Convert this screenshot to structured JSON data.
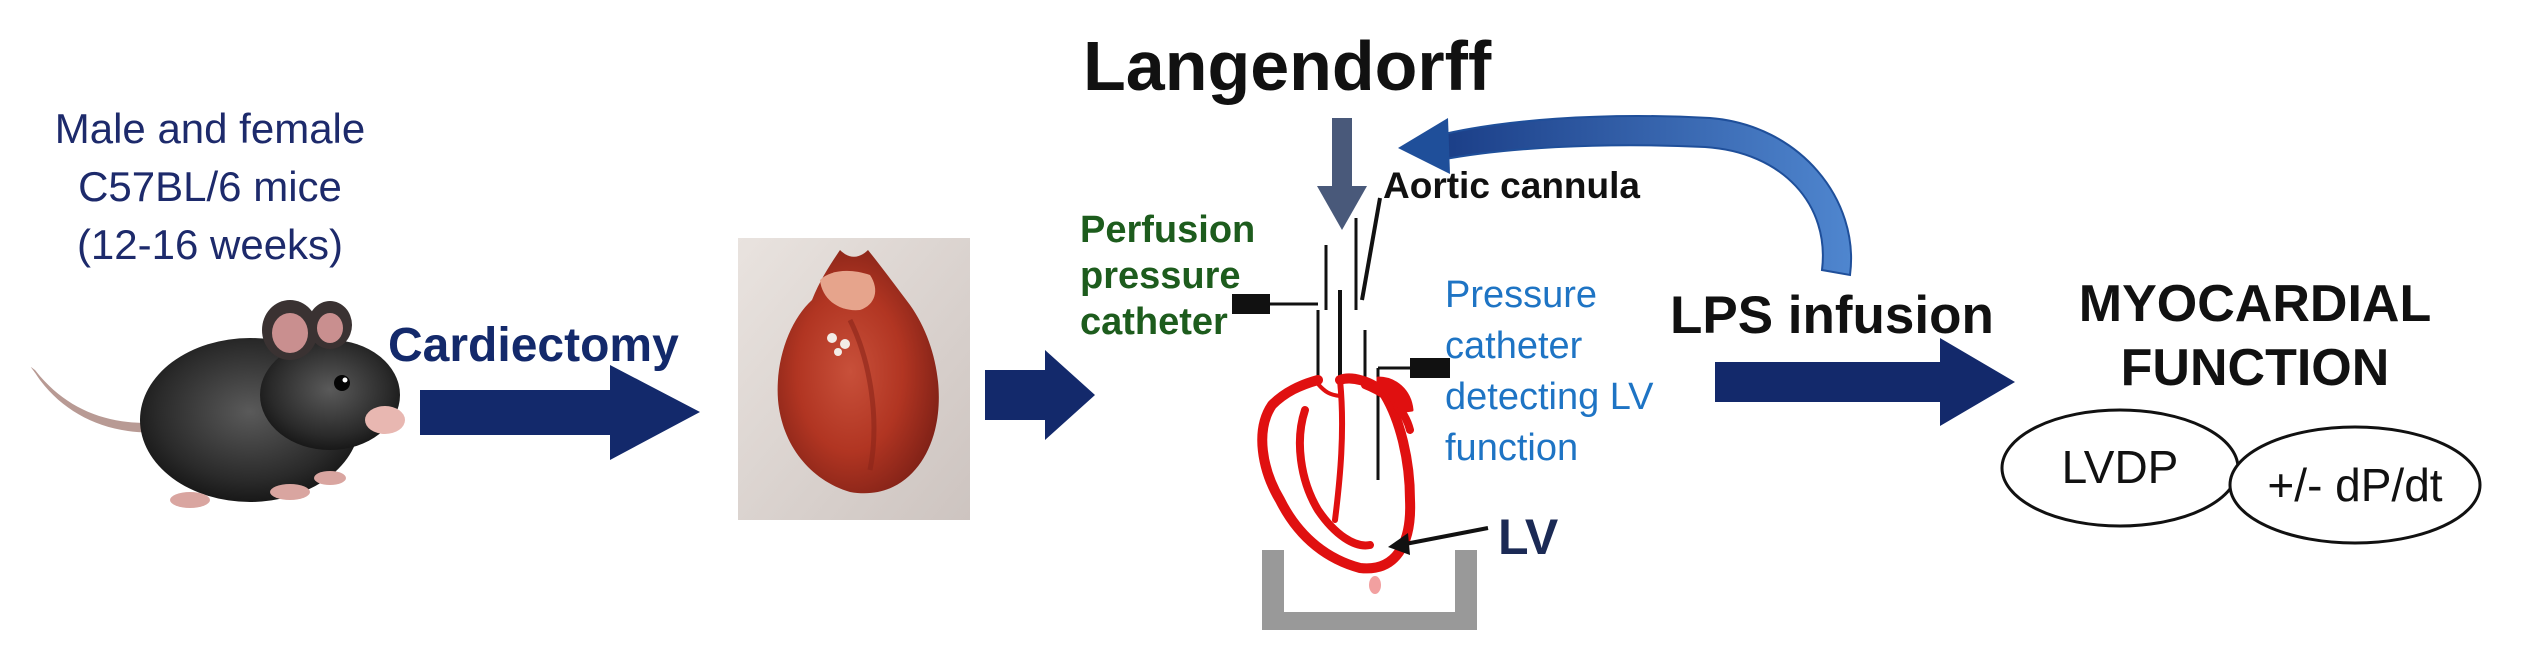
{
  "mice": {
    "line1": "Male and female",
    "line2": "C57BL/6 mice",
    "line3": "(12-16 weeks)"
  },
  "steps": {
    "cardiectomy": "Cardiectomy",
    "lps_infusion": "LPS infusion"
  },
  "apparatus": {
    "title": "Langendorff",
    "aortic_cannula": "Aortic cannula",
    "perfusion_catheter": [
      "Perfusion",
      "pressure",
      "catheter"
    ],
    "pressure_catheter": [
      "Pressure",
      "catheter",
      "detecting LV",
      "function"
    ],
    "lv_label": "LV"
  },
  "outcome": {
    "title_line1": "MYOCARDIAL",
    "title_line2": "FUNCTION",
    "measure1": "LVDP",
    "measure2": "+/- dP/dt"
  },
  "colors": {
    "arrow_navy": "#13296b",
    "heart_red": "#e01010",
    "perfusion_green": "#1d5c1d",
    "catheter_blue": "#1e74c4",
    "curved_arrow_blue": "#1f4f9a",
    "bath_gray": "#999999"
  },
  "icons": {
    "mouse": "mouse-photo",
    "heart": "excised-heart-photo"
  }
}
